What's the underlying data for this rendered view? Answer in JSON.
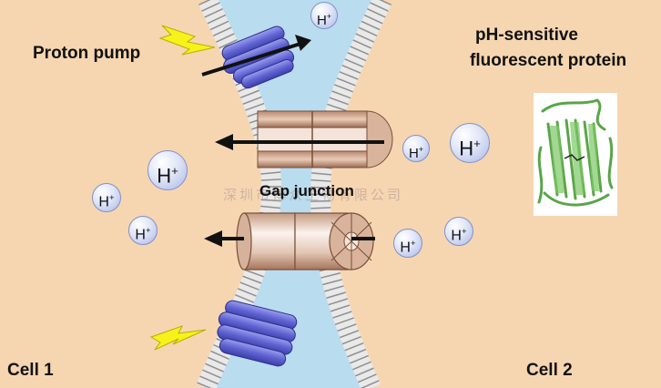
{
  "labels": {
    "proton_pump": "Proton pump",
    "ph_sensitive_line1": "pH-sensitive",
    "ph_sensitive_line2": "fluorescent protein",
    "gap_junction": "Gap junction",
    "cell_1": "Cell 1",
    "cell_2": "Cell 2",
    "watermark": "深圳市博众生物有限公司"
  },
  "ion": {
    "symbol": "H",
    "charge": "+"
  },
  "icons": [
    "lightning-bolt-icon",
    "proton-pump-icon",
    "gap-junction-channel-icon",
    "fluorescent-protein-structure-icon",
    "arrow-left-icon"
  ],
  "colors": {
    "cytoplasm": "#f6d6b1",
    "extracellular": "#b9dcef",
    "pump": "#6b6fd6",
    "lightning": "#f7f21a",
    "protein": "#6bb85a",
    "ion_fill": "#dfe5f7"
  }
}
